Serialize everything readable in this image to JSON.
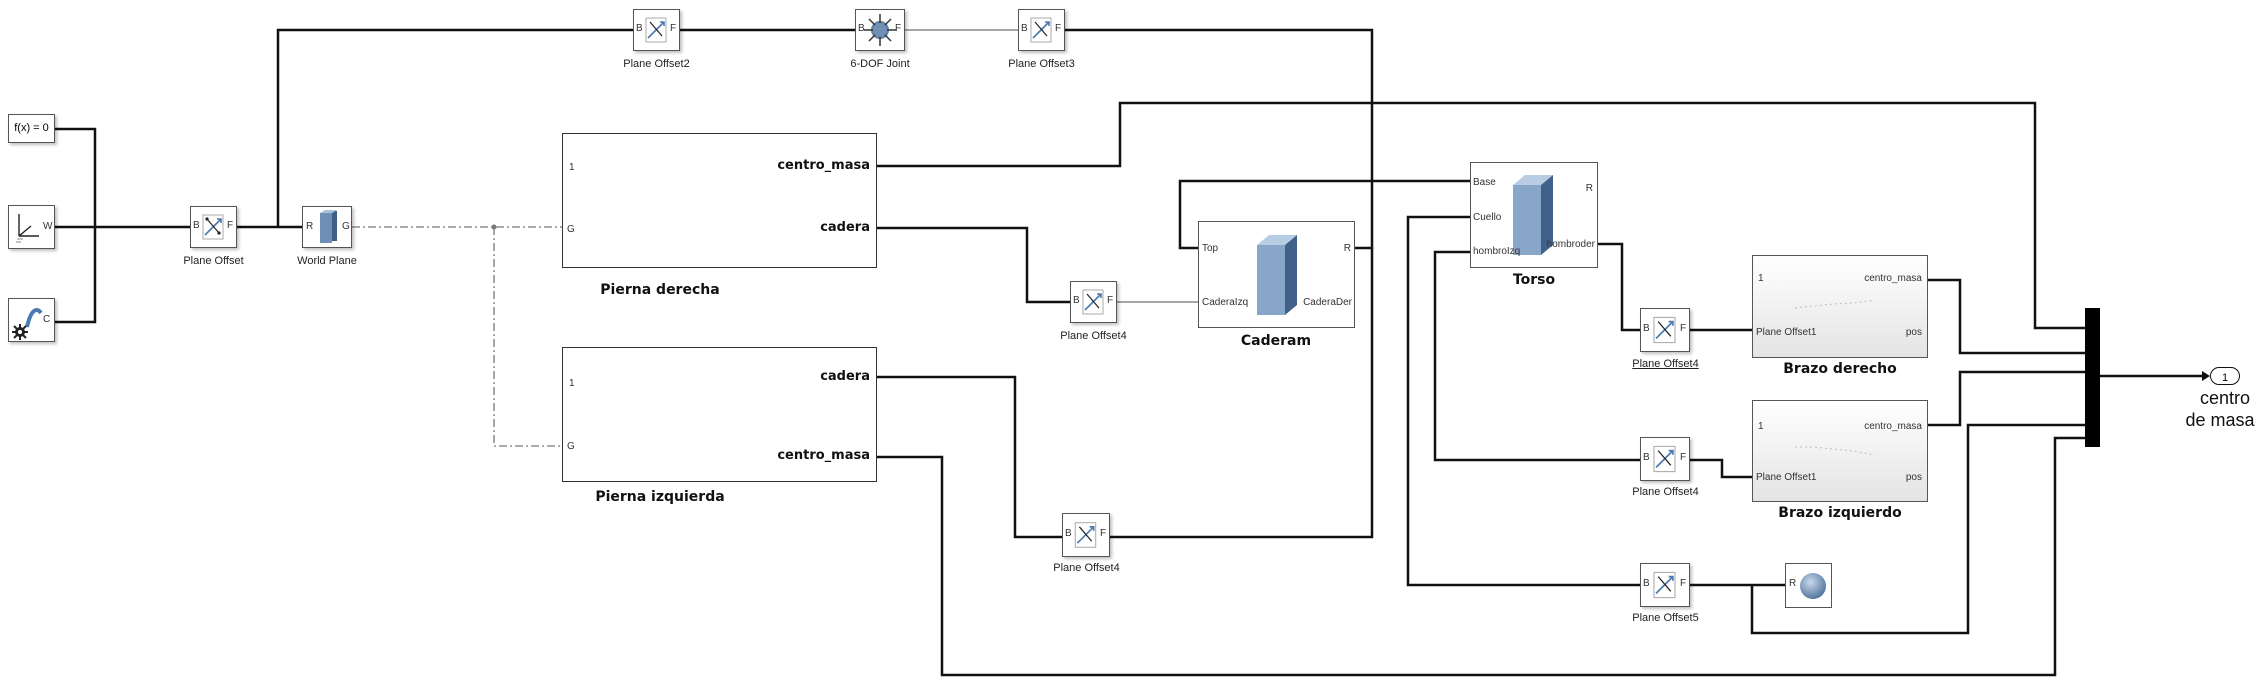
{
  "blocks": {
    "fx": {
      "label": "f(x) = 0"
    },
    "world_frame": {
      "port": "W"
    },
    "config": {
      "port": "C"
    },
    "plane_offset": {
      "caption": "Plane Offset"
    },
    "world_plane": {
      "caption": "World Plane",
      "port_r": "R",
      "port_g": "G"
    },
    "plane_offset2": {
      "caption": "Plane Offset2"
    },
    "dof_joint": {
      "caption": "6-DOF Joint"
    },
    "plane_offset3": {
      "caption": "Plane Offset3"
    },
    "pierna_derecha": {
      "title": "Pierna derecha",
      "in1": "1",
      "in2": "G",
      "out1": "centro_masa",
      "out2": "cadera"
    },
    "pierna_izquierda": {
      "title": "Pierna izquierda",
      "in1": "1",
      "in2": "G",
      "out1": "cadera",
      "out2": "centro_masa"
    },
    "plane_offset4_a": {
      "caption": "Plane Offset4"
    },
    "plane_offset4_b": {
      "caption": "Plane Offset4"
    },
    "caderam": {
      "title": "Caderam",
      "top": "Top",
      "left": "CaderaIzq",
      "right": "CaderaDer",
      "r": "R"
    },
    "torso": {
      "title": "Torso",
      "base": "Base",
      "cuello": "Cuello",
      "hombroizq": "hombroIzq",
      "hombroder": "hombroder",
      "r": "R"
    },
    "plane_offset4_c": {
      "caption": "Plane Offset4"
    },
    "plane_offset4_d": {
      "caption": "Plane Offset4"
    },
    "plane_offset5": {
      "caption": "Plane Offset5"
    },
    "brazo_derecho": {
      "title": "Brazo derecho",
      "in1": "1",
      "in2": "Plane Offset1",
      "out1": "centro_masa",
      "out2": "pos"
    },
    "brazo_izquierdo": {
      "title": "Brazo izquierdo",
      "in1": "1",
      "in2": "Plane Offset1",
      "out1": "centro_masa",
      "out2": "pos"
    },
    "sphere": {
      "port": "R"
    },
    "outport": {
      "number": "1",
      "label_line1": "centro",
      "label_line2": "de masa"
    },
    "po_ports": {
      "b": "B",
      "f": "F"
    }
  }
}
